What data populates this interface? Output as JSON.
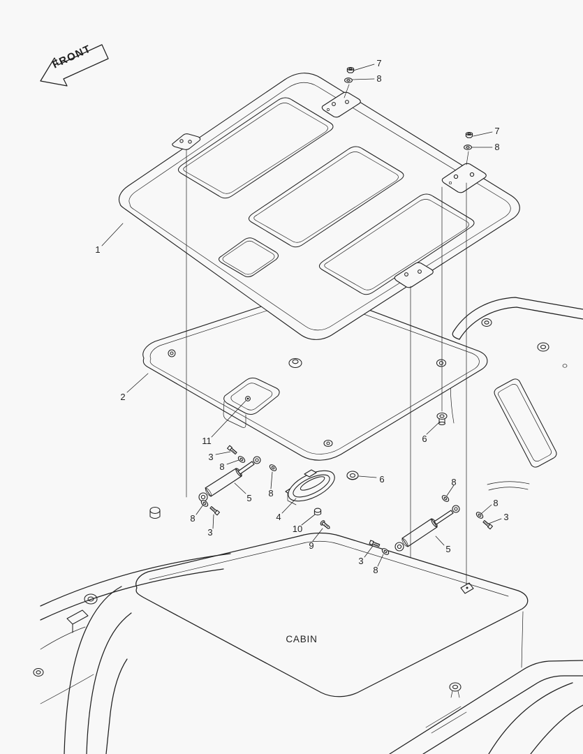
{
  "colors": {
    "background": "#f8f8f8",
    "line": "#1f1f1f"
  },
  "labels": {
    "front": "FRONT",
    "cabin": "CABIN"
  },
  "callouts": [
    {
      "num": "7"
    },
    {
      "num": "8"
    },
    {
      "num": "7"
    },
    {
      "num": "8"
    },
    {
      "num": "1"
    },
    {
      "num": "2"
    },
    {
      "num": "11"
    },
    {
      "num": "3"
    },
    {
      "num": "8"
    },
    {
      "num": "5"
    },
    {
      "num": "8"
    },
    {
      "num": "8"
    },
    {
      "num": "3"
    },
    {
      "num": "4"
    },
    {
      "num": "10"
    },
    {
      "num": "9"
    },
    {
      "num": "6"
    },
    {
      "num": "6"
    },
    {
      "num": "8"
    },
    {
      "num": "8"
    },
    {
      "num": "3"
    },
    {
      "num": "5"
    },
    {
      "num": "3"
    },
    {
      "num": "8"
    }
  ]
}
